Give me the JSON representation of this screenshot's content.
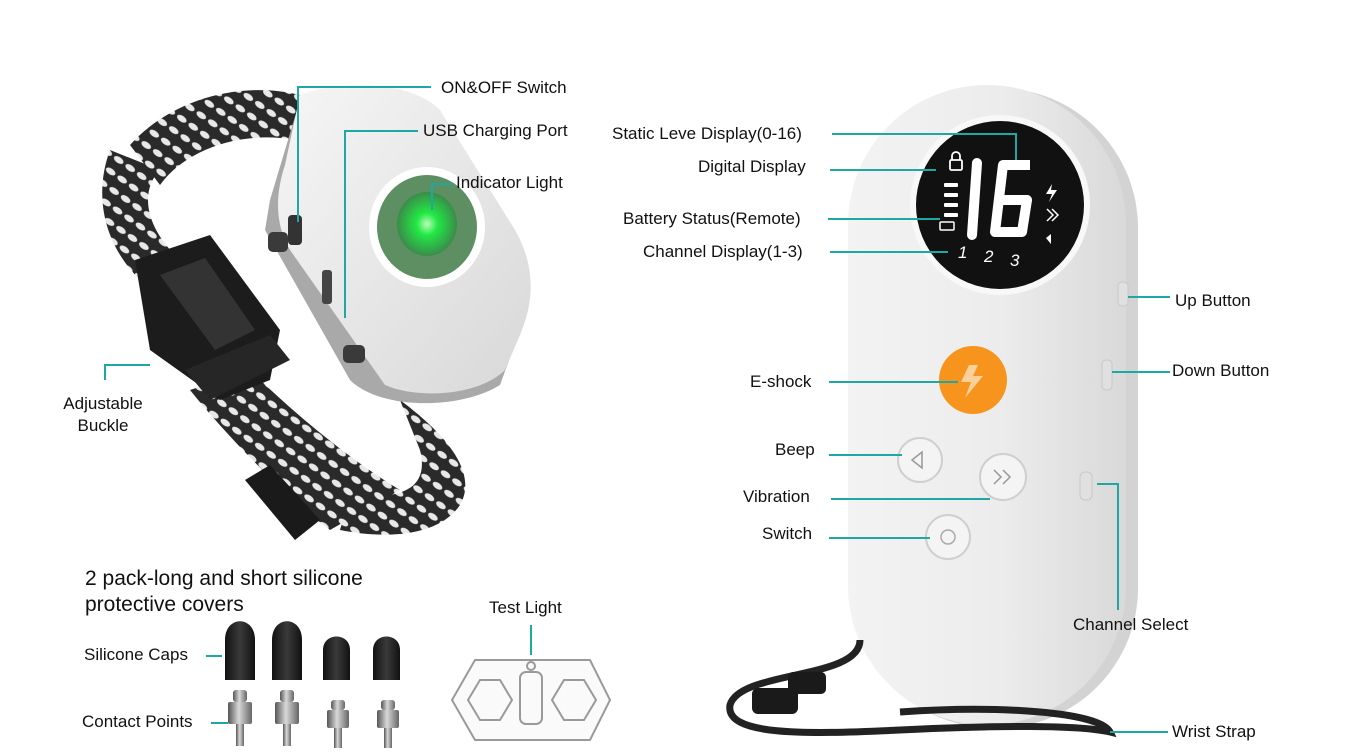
{
  "collar_labels": {
    "on_off": "ON&OFF Switch",
    "usb": "USB Charging Port",
    "indicator": "Indicator Light",
    "buckle_line1": "Adjustable",
    "buckle_line2": "Buckle"
  },
  "accessories": {
    "heading_line1": "2 pack-long and short silicone",
    "heading_line2": "protective covers",
    "caps": "Silicone Caps",
    "contacts": "Contact Points",
    "test_light": "Test Light"
  },
  "remote_labels": {
    "static_level": "Static Leve Display(0-16)",
    "digital": "Digital Display",
    "battery": "Battery Status(Remote)",
    "channel_display": "Channel Display(1-3)",
    "eshock": "E-shock",
    "beep": "Beep",
    "vibration": "Vibration",
    "switch": "Switch",
    "up": "Up Button",
    "down": "Down Button",
    "channel_select": "Channel Select",
    "wrist": "Wrist Strap"
  },
  "display": {
    "level": "16",
    "channels": [
      "1",
      "2",
      "3"
    ]
  },
  "colors": {
    "accent_line": "#1fa7a3",
    "eshock_orange": "#f7941d",
    "indicator_green": "#1ee34a"
  },
  "icons": [
    "lock-icon",
    "bolt-icon",
    "vibration-icon",
    "speaker-icon",
    "battery-icon"
  ]
}
